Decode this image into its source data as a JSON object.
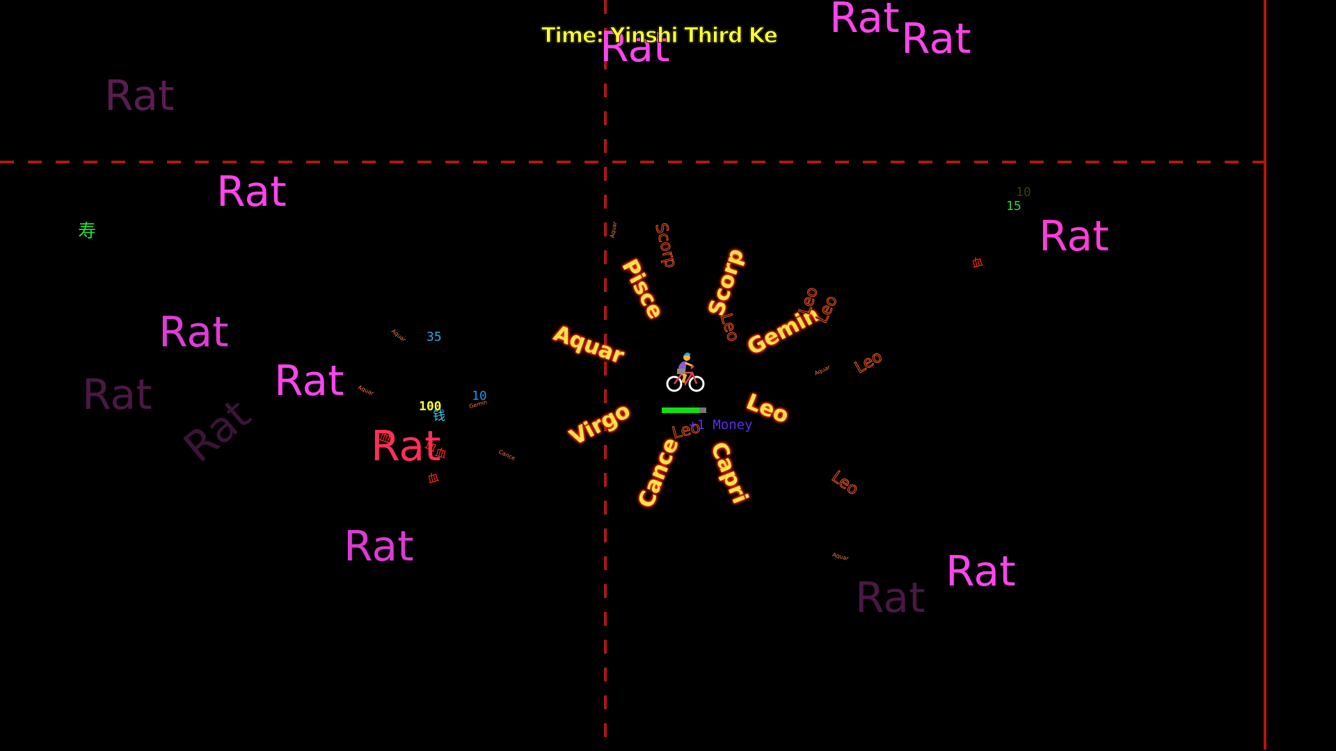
{
  "hud": {
    "time_label": "Time: Yinshi Third Ke"
  },
  "player": {
    "icon": "cyclist-icon",
    "health_fraction": 0.85,
    "pickup_text": "+1 Money",
    "colors": {
      "health": "#10e010",
      "health_bg": "#777777",
      "money": "#5a2cf0"
    }
  },
  "boundaries": {
    "color": "#b3170c"
  },
  "enemies": {
    "label": "Rat",
    "items": [
      {
        "text": "Rat",
        "color": "#ff44ee",
        "opacity": 1.0
      },
      {
        "text": "Rat",
        "color": "#ff44ee",
        "opacity": 1.0
      },
      {
        "text": "Rat",
        "color": "#ff44ee",
        "opacity": 1.0
      },
      {
        "text": "Rat",
        "color": "#5a1c52",
        "opacity": 1.0
      },
      {
        "text": "Rat",
        "color": "#ff44ee",
        "opacity": 1.0
      },
      {
        "text": "Rat",
        "color": "#ff3dd9",
        "opacity": 1.0
      },
      {
        "text": "Rat",
        "color": "#e03cd8",
        "opacity": 1.0
      },
      {
        "text": "Rat",
        "color": "#ff44ee",
        "opacity": 1.0
      },
      {
        "text": "Rat",
        "color": "#4a1844",
        "opacity": 1.0
      },
      {
        "text": "Rat",
        "color": "#3c1438",
        "opacity": 1.0
      },
      {
        "text": "Rat",
        "color": "#ff2f5a",
        "opacity": 1.0
      },
      {
        "text": "Rat",
        "color": "#dd3ad4",
        "opacity": 1.0
      },
      {
        "text": "Rat",
        "color": "#ff44ee",
        "opacity": 1.0
      },
      {
        "text": "Rat",
        "color": "#4a1844",
        "opacity": 1.0
      }
    ]
  },
  "projectiles": {
    "orbit_large": [
      "Pisce",
      "Scorp",
      "Aquar",
      "Gemin",
      "Virgo",
      "Leo",
      "Cance",
      "Capri"
    ],
    "orbit_outline": [
      "Scorp",
      "Leo",
      "Leo",
      "Leo",
      "Leo",
      "Leo",
      "Leo"
    ],
    "tiny": [
      "Aquar",
      "Aquar",
      "Aquar",
      "Gemin",
      "Cance",
      "Aquar",
      "Aquar"
    ]
  },
  "damage_numbers": [
    {
      "text": "35",
      "color": "#2aa8e8"
    },
    {
      "text": "10",
      "color": "#1e8ff0"
    },
    {
      "text": "100",
      "color": "#ffff22"
    },
    {
      "text": "15",
      "color": "#22dd33"
    },
    {
      "text": "10",
      "color": "#3a3a18"
    }
  ],
  "glyph_drops": [
    {
      "text": "寿",
      "color": "#22dd33"
    },
    {
      "text": "钱",
      "color": "#33ccee"
    },
    {
      "text": "血",
      "color": "#ff2a20"
    },
    {
      "text": "血",
      "color": "#ff2a20"
    },
    {
      "text": "血",
      "color": "#ff2a20"
    },
    {
      "text": "血",
      "color": "#ff2a20"
    },
    {
      "text": "血",
      "color": "#ff2a20"
    }
  ]
}
